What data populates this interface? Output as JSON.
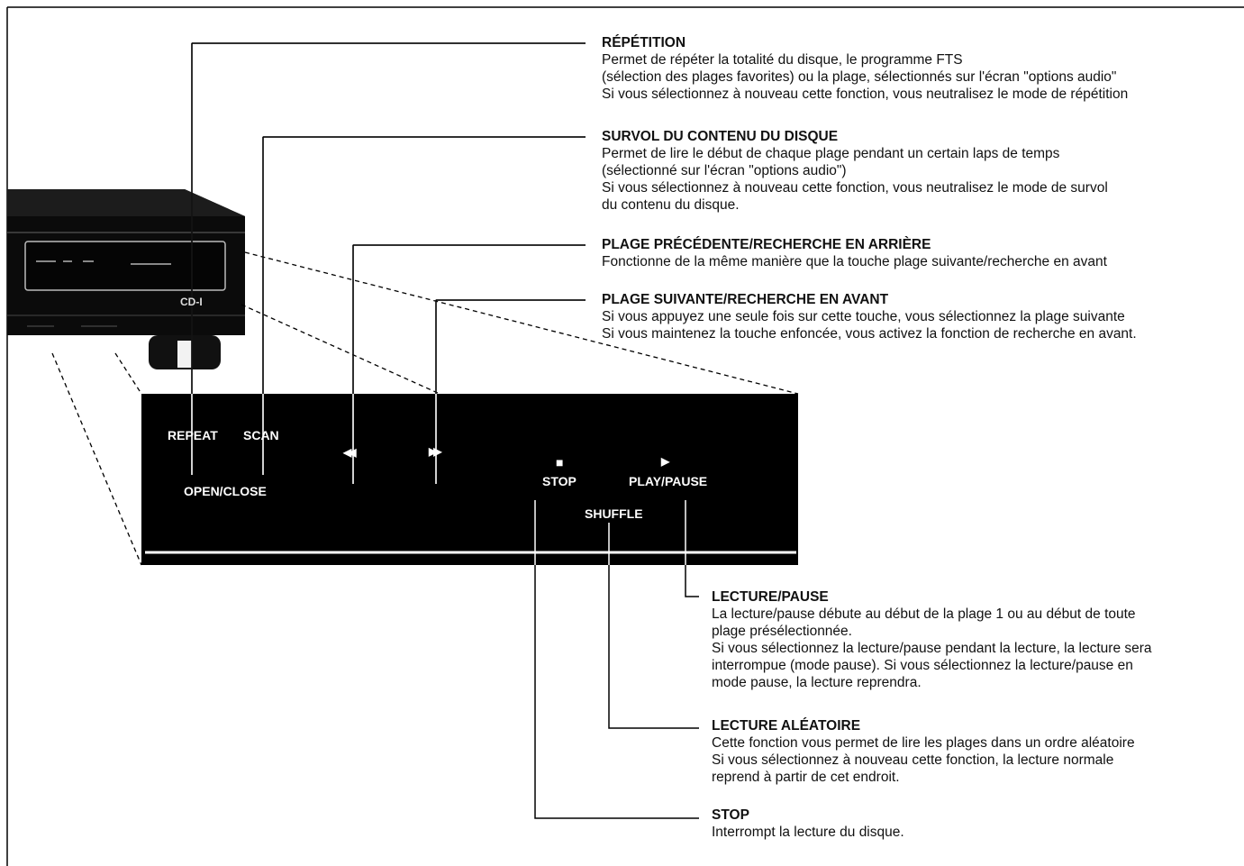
{
  "panel": {
    "repeat_label": "REPEAT",
    "scan_label": "SCAN",
    "open_close_label": "OPEN/CLOSE",
    "stop_label": "STOP",
    "play_pause_label": "PLAY/PAUSE",
    "shuffle_label": "SHUFFLE",
    "prev_symbol": "◀◀",
    "next_symbol": "▶▶",
    "stop_symbol": "■",
    "play_symbol": "▶"
  },
  "device": {
    "logo": "CD-I"
  },
  "descriptions": {
    "repetition": {
      "title": "RÉPÉTITION",
      "lines": [
        "Permet de répéter la totalité du disque, le programme FTS",
        "(sélection des plages favorites) ou la plage, sélectionnés sur l'écran \"options audio\"",
        "Si vous sélectionnez à nouveau cette fonction, vous neutralisez le mode de répétition"
      ]
    },
    "survol": {
      "title": "SURVOL DU CONTENU DU DISQUE",
      "lines": [
        "Permet de lire le début de chaque plage pendant un certain laps de temps",
        "(sélectionné sur l'écran \"options audio\")",
        "Si vous sélectionnez à nouveau cette fonction, vous neutralisez le mode de survol",
        "du contenu du disque."
      ]
    },
    "precedente": {
      "title": "PLAGE PRÉCÉDENTE/RECHERCHE EN ARRIÈRE",
      "lines": [
        "Fonctionne de la même manière que la touche plage suivante/recherche en avant"
      ]
    },
    "suivante": {
      "title": "PLAGE SUIVANTE/RECHERCHE EN AVANT",
      "lines": [
        "Si vous appuyez une seule fois sur cette touche, vous sélectionnez la plage suivante",
        "Si vous maintenez la touche enfoncée, vous activez la fonction de recherche en avant."
      ]
    },
    "lecture_pause": {
      "title": "LECTURE/PAUSE",
      "lines": [
        "La lecture/pause débute au début de la plage 1 ou au début de toute",
        "plage présélectionnée.",
        "Si vous sélectionnez la lecture/pause pendant la lecture, la lecture sera",
        "interrompue (mode pause). Si vous sélectionnez la lecture/pause en",
        "mode pause, la lecture reprendra."
      ]
    },
    "aleatoire": {
      "title": "LECTURE ALÉATOIRE",
      "lines": [
        "Cette fonction vous permet de lire les plages dans un ordre aléatoire",
        "Si vous sélectionnez à nouveau cette fonction, la lecture normale",
        "reprend à partir de cet endroit."
      ]
    },
    "stop": {
      "title": "STOP",
      "lines": [
        "Interrompt la lecture du disque."
      ]
    }
  }
}
